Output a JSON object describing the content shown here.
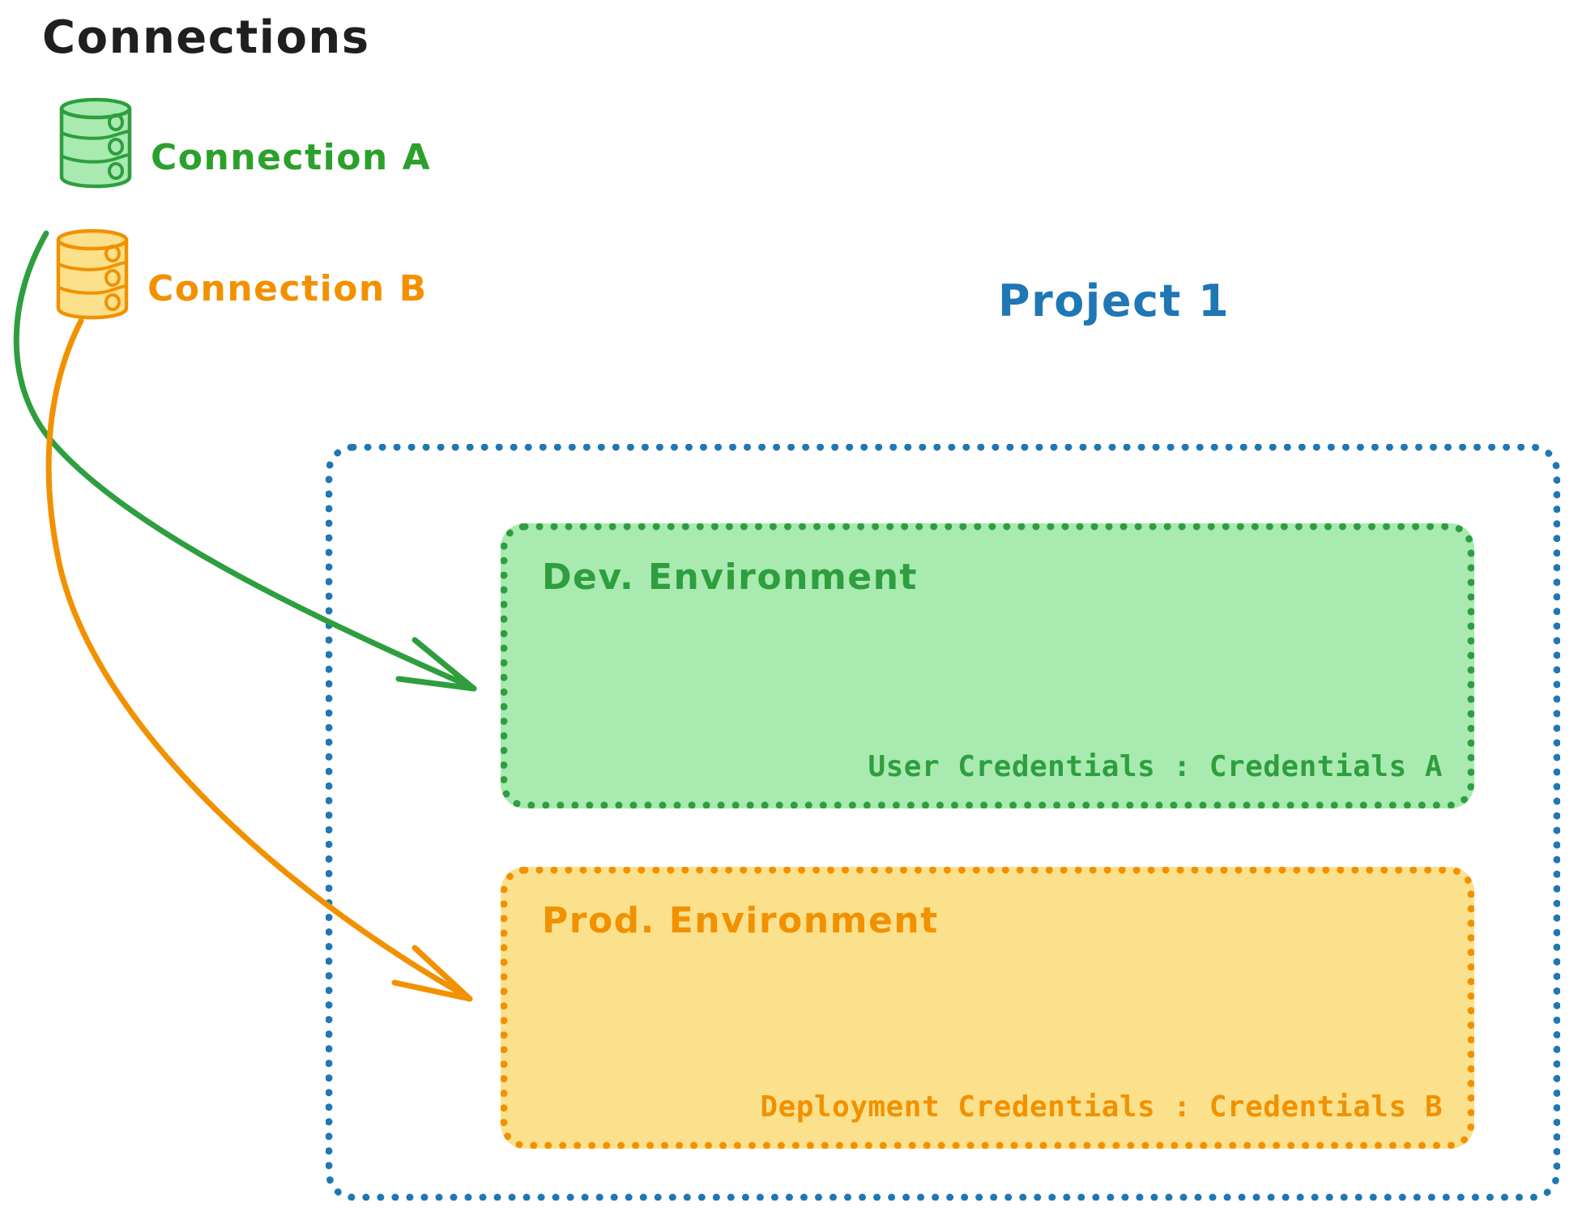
{
  "title": "Connections",
  "colors": {
    "title": "#1f1f1f",
    "green": "#2e9e3e",
    "green_fill": "#a8eab0",
    "orange": "#f29100",
    "orange_fill": "#fbe18c",
    "blue": "#1f77b4",
    "background": "#ffffff"
  },
  "connections": [
    {
      "label": "Connection A",
      "icon": "database-cylinder-icon",
      "color": "#2e9e3e"
    },
    {
      "label": "Connection B",
      "icon": "database-cylinder-icon",
      "color": "#f29100"
    }
  ],
  "project": {
    "title": "Project 1",
    "color": "#1f77b4",
    "environments": [
      {
        "title": "Dev. Environment",
        "credentials_label": "User Credentials",
        "credentials_separator": ":",
        "credentials_value": "Credentials A",
        "credentials_text": "User Credentials : Credentials A",
        "color": "#2e9e3e",
        "fill": "#a8eab0"
      },
      {
        "title": "Prod. Environment",
        "credentials_label": "Deployment Credentials",
        "credentials_separator": ":",
        "credentials_value": "Credentials B",
        "credentials_text": "Deployment Credentials : Credentials B",
        "color": "#f29100",
        "fill": "#fbe18c"
      }
    ]
  },
  "arrows": [
    {
      "name": "connection-a-to-dev-environment",
      "from": "Connection A",
      "to": "Dev. Environment",
      "color": "#2e9e3e"
    },
    {
      "name": "connection-b-to-prod-environment",
      "from": "Connection B",
      "to": "Prod. Environment",
      "color": "#f29100"
    }
  ]
}
